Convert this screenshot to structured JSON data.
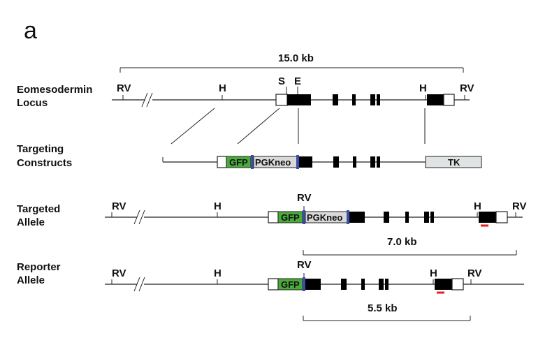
{
  "panel_label": "a",
  "rows": {
    "locus": {
      "label_line1": "Eomesodermin",
      "label_line2": "Locus"
    },
    "targeting": {
      "label_line1": "Targeting",
      "label_line2": "Constructs"
    },
    "targeted": {
      "label_line1": "Targeted",
      "label_line2": "Allele"
    },
    "reporter": {
      "label_line1": "Reporter",
      "label_line2": "Allele"
    }
  },
  "sites": {
    "ecorv": "RV",
    "hindiii": "H",
    "sali": "S",
    "ecori": "E"
  },
  "boxes": {
    "gfp": "GFP",
    "pgkneo": "PGKneo",
    "tk": "TK"
  },
  "scales": {
    "locus_span": "15.0 kb",
    "targeted_fragment": "7.0 kb",
    "reporter_fragment": "5.5 kb"
  },
  "colors": {
    "gfp": "#4aaa3a",
    "loxp": "#3a4fa8",
    "probe": "#e02020",
    "neo": "#d9d9d9",
    "tk": "#dfe3e3"
  }
}
